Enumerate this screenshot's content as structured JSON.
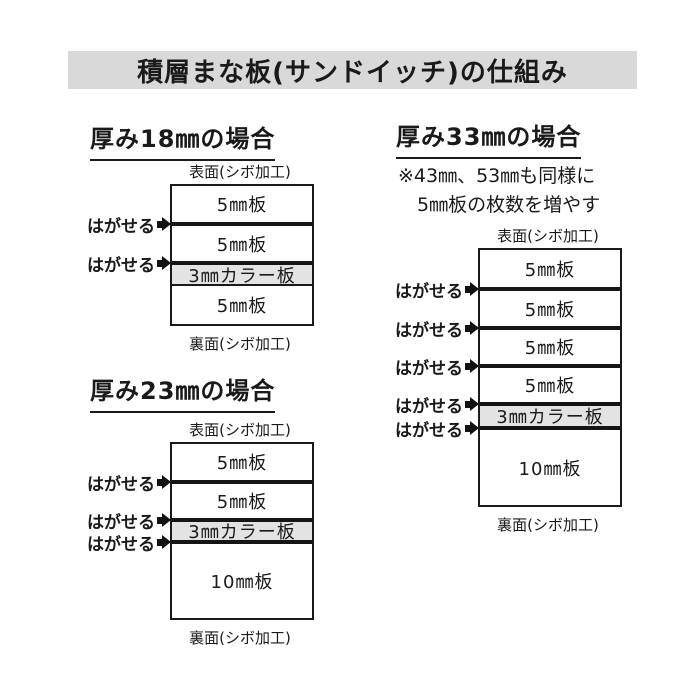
{
  "title": "積層まな板(サンドイッチ)の仕組み",
  "labels": {
    "peel": "はがせる",
    "front": "表面(シボ加工)",
    "back": "裏面(シボ加工)"
  },
  "colors": {
    "title_bar_bg": "#d9d9d9",
    "color_board_bg": "#e3e3e3",
    "line": "#1a1a1a"
  },
  "diagrams": [
    {
      "id": "18mm",
      "heading": "厚み18㎜の場合",
      "layers": [
        {
          "label": "5㎜板",
          "h": 36,
          "color": false,
          "sep": "thick",
          "peel": true
        },
        {
          "label": "5㎜板",
          "h": 35,
          "color": false,
          "sep": "thick",
          "peel": true
        },
        {
          "label": "3㎜カラー板",
          "h": 19,
          "color": true,
          "sep": "thin",
          "peel": false
        },
        {
          "label": "5㎜板",
          "h": 38,
          "color": false,
          "sep": null,
          "peel": false
        }
      ]
    },
    {
      "id": "23mm",
      "heading": "厚み23㎜の場合",
      "layers": [
        {
          "label": "5㎜板",
          "h": 36,
          "color": false,
          "sep": "thick",
          "peel": true
        },
        {
          "label": "5㎜板",
          "h": 34,
          "color": false,
          "sep": "thick",
          "peel": true
        },
        {
          "label": "3㎜カラー板",
          "h": 18,
          "color": true,
          "sep": "thick",
          "peel": true
        },
        {
          "label": "10㎜板",
          "h": 74,
          "color": false,
          "sep": null,
          "peel": false
        }
      ]
    },
    {
      "id": "33mm",
      "heading": "厚み33㎜の場合",
      "note_line1": "※43㎜、53㎜も同様に",
      "note_line2": "5㎜板の枚数を増やす",
      "layers": [
        {
          "label": "5㎜板",
          "h": 37,
          "color": false,
          "sep": "thick",
          "peel": true
        },
        {
          "label": "5㎜板",
          "h": 35,
          "color": false,
          "sep": "thick",
          "peel": true
        },
        {
          "label": "5㎜板",
          "h": 34,
          "color": false,
          "sep": "thick",
          "peel": true
        },
        {
          "label": "5㎜板",
          "h": 34,
          "color": false,
          "sep": "thick",
          "peel": true
        },
        {
          "label": "3㎜カラー板",
          "h": 20,
          "color": true,
          "sep": "thick",
          "peel": true
        },
        {
          "label": "10㎜板",
          "h": 75,
          "color": false,
          "sep": null,
          "peel": false
        }
      ]
    }
  ]
}
